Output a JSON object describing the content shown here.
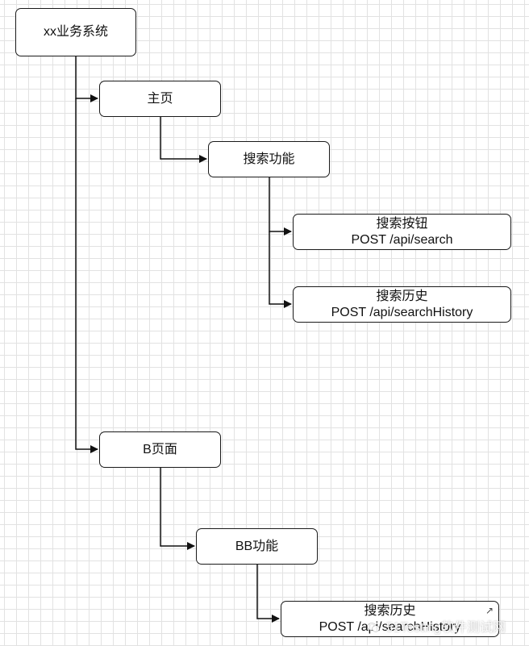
{
  "nodes": {
    "root": {
      "label": "xx业务系统"
    },
    "home": {
      "label": "主页"
    },
    "search_feature": {
      "label": "搜索功能"
    },
    "search_button": {
      "label": "搜索按钮",
      "api": "POST /api/search"
    },
    "search_history": {
      "label": "搜索历史",
      "api": "POST /api/searchHistory"
    },
    "b_page": {
      "label": "B页面"
    },
    "bb_feature": {
      "label": "BB功能"
    },
    "bb_search_history": {
      "label": "搜索历史",
      "api": "POST /api/searchHistory"
    }
  },
  "watermark": {
    "text": "51Testing软件测试网"
  },
  "colors": {
    "grid": "#e2e2e2",
    "stroke": "#1a1a1a",
    "background": "#ffffff"
  }
}
